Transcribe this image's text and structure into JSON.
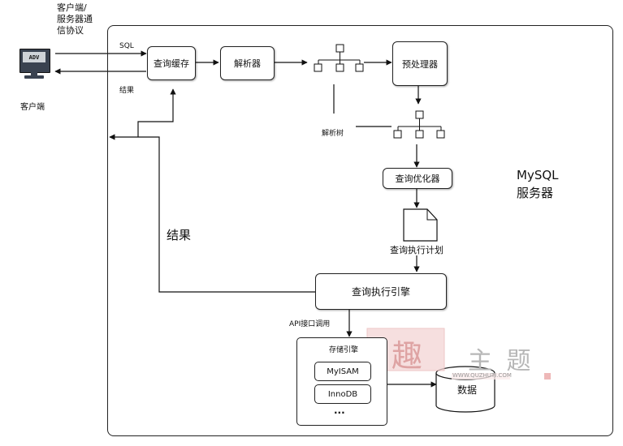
{
  "client": {
    "monitor_text": "ADV",
    "label": "客户端",
    "protocol_label": "客户端/\n服务器通\n信协议"
  },
  "server_label": "MySQL\n服务器",
  "flows": {
    "sql": "SQL",
    "result_small": "结果",
    "result_large": "结果",
    "parse_tree": "解析树",
    "exec_plan": "查询执行计划",
    "api": "API接口调用"
  },
  "nodes": {
    "query_cache": "查询缓存",
    "parser": "解析器",
    "preprocessor": "预处理器",
    "optimizer": "查询优化器",
    "exec_engine": "查询执行引擎",
    "data": "数据"
  },
  "storage": {
    "title": "存储引擎",
    "engines": [
      "MyISAM",
      "InnoDB"
    ],
    "more": "..."
  },
  "watermark": {
    "seal_text": "趣",
    "brand_text": "主 题",
    "url": "WWW.QUZHUTI.COM"
  }
}
